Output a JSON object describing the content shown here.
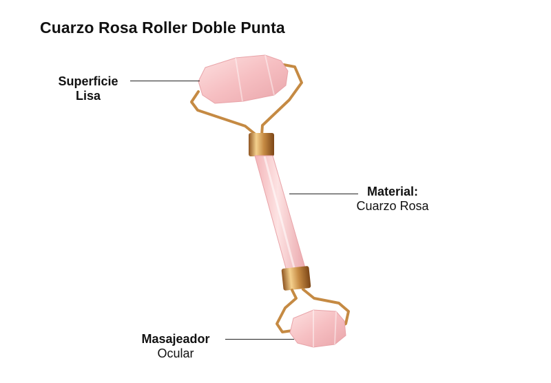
{
  "title": "Cuarzo Rosa Roller Doble Punta",
  "callouts": {
    "superficie": {
      "line1": "Superficie",
      "line2": "Lisa"
    },
    "material": {
      "line1": "Material:",
      "line2": "Cuarzo Rosa"
    },
    "masajeador": {
      "line1": "Masajeador",
      "line2": "Ocular"
    }
  },
  "colors": {
    "rose_quartz": "#f7c4c6",
    "rose_shadow": "#eba9ad",
    "gold": "#d49a52",
    "gold_dark": "#a9692e"
  }
}
